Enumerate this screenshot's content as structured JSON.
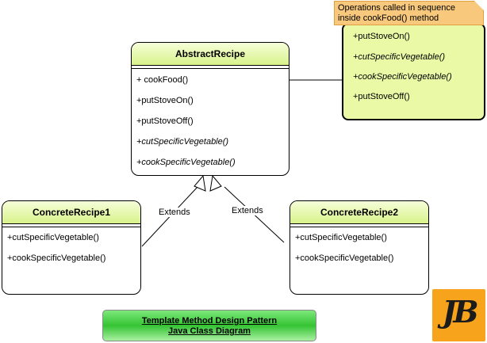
{
  "abstract_class": {
    "name": "AbstractRecipe",
    "operations": [
      {
        "text": "+ cookFood()",
        "abstract": false
      },
      {
        "text": "+putStoveOn()",
        "abstract": false
      },
      {
        "text": "+putStoveOff()",
        "abstract": false
      },
      {
        "text": "+cutSpecificVegetable()",
        "abstract": true
      },
      {
        "text": "+cookSpecificVegetable()",
        "abstract": true
      }
    ]
  },
  "concrete_1": {
    "name": "ConcreteRecipe1",
    "operations": [
      "+cutSpecificVegetable()",
      "+cookSpecificVegetable()"
    ]
  },
  "concrete_2": {
    "name": "ConcreteRecipe2",
    "operations": [
      "+cutSpecificVegetable()",
      "+cookSpecificVegetable()"
    ]
  },
  "note": {
    "label_line1": "Operations called in sequence",
    "label_line2": "inside cookFood() method",
    "operations": [
      {
        "text": "+putStoveOn()",
        "abstract": false
      },
      {
        "text": "+cutSpecificVegetable()",
        "abstract": true
      },
      {
        "text": "+cookSpecificVegetable()",
        "abstract": true
      },
      {
        "text": "+putStoveOff()",
        "abstract": false
      }
    ]
  },
  "edges": {
    "extends_left": "Extends",
    "extends_right": "Extends"
  },
  "title": {
    "line1": "Template Method Design Pattern",
    "line2": "Java Class Diagram"
  },
  "logo": {
    "text": "JB",
    "icon": "jb-logo-icon",
    "color": "#f7a41c"
  },
  "colors": {
    "class_header": "#d8f28a",
    "note_body": "#e9f9a6",
    "note_label": "#f8c97c",
    "title_box": "#35c433"
  }
}
